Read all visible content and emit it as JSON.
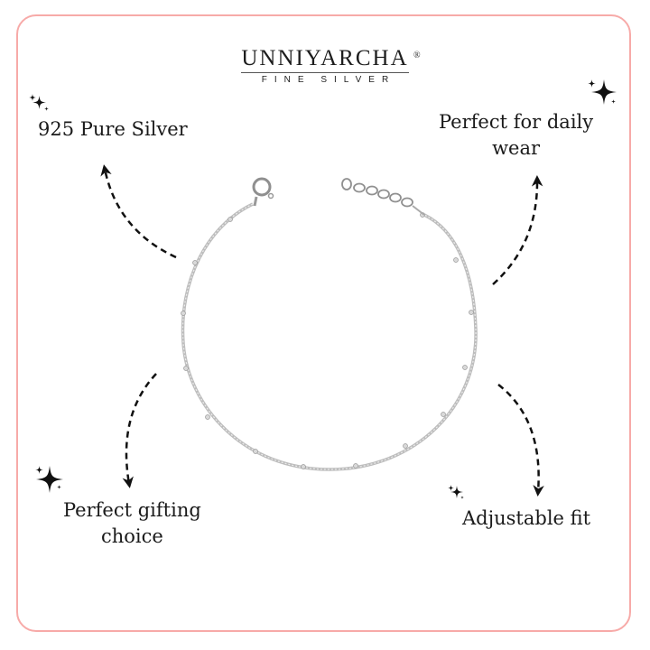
{
  "brand": {
    "name": "UNNIYARCHA",
    "registered_mark": "®",
    "tagline": "FINE SILVER"
  },
  "features": [
    {
      "label": "925 Pure Silver",
      "icon": "sparkle-icon"
    },
    {
      "label_line1": "Perfect for daily",
      "label_line2": "wear",
      "icon": "sparkle-icon"
    },
    {
      "label_line1": "Perfect gifting",
      "label_line2": "choice",
      "icon": "sparkle-icon"
    },
    {
      "label": "Adjustable fit",
      "icon": "sparkle-icon"
    }
  ],
  "product": {
    "image": "silver-beaded-chain-bracelet"
  },
  "colors": {
    "frame_border": "#f7aaa8",
    "text": "#1a1a1a",
    "silver": "#b9b9b9",
    "background": "#ffffff"
  }
}
